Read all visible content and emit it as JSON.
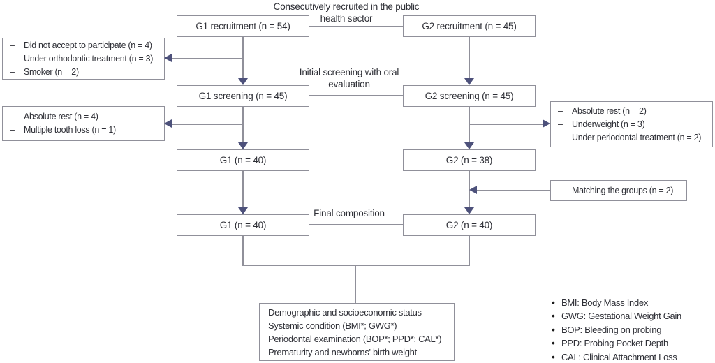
{
  "colors": {
    "line": "#90909a",
    "arrow": "#4d517b",
    "text": "#2e2f36",
    "bullet": "#1a1a1a",
    "bg": "#ffffff"
  },
  "glyphs": {
    "dash": "–",
    "bullet": "•"
  },
  "annotations": {
    "recruited": "Consecutively recruited in the public health sector",
    "screening": "Initial screening with oral evaluation",
    "final": "Final composition"
  },
  "nodes": {
    "g1_recruitment": "G1 recruitment (n = 54)",
    "g2_recruitment": "G2 recruitment (n = 45)",
    "g1_screening": "G1 screening (n = 45)",
    "g2_screening": "G2 screening (n = 45)",
    "g1_after_screening": "G1 (n = 40)",
    "g2_after_screening": "G2 (n = 38)",
    "g1_final": "G1 (n = 40)",
    "g2_final": "G2 (n = 40)"
  },
  "exclusions": {
    "g1_recruitment_excluded": {
      "items": [
        "Did not accept to participate (n = 4)",
        "Under orthodontic treatment (n = 3)",
        "Smoker (n = 2)"
      ]
    },
    "g1_screening_excluded": {
      "items": [
        "Absolute rest (n = 4)",
        "Multiple tooth loss (n = 1)"
      ]
    },
    "g2_screening_excluded": {
      "items": [
        "Absolute rest (n = 2)",
        "Underweight (n = 3)",
        "Under periodontal treatment (n = 2)"
      ]
    },
    "g2_matching": {
      "items": [
        "Matching the groups (n = 2)"
      ]
    }
  },
  "outcome": {
    "lines": [
      "Demographic and socioeconomic status",
      "Systemic condition (BMI*; GWG*)",
      "Periodontal examination (BOP*; PPD*; CAL*)",
      "Prematurity and newborns' birth weight"
    ]
  },
  "legend": {
    "items": [
      "BMI: Body Mass Index",
      "GWG: Gestational Weight Gain",
      "BOP: Bleeding on probing",
      "PPD: Probing Pocket Depth",
      "CAL: Clinical Attachment Loss"
    ]
  }
}
